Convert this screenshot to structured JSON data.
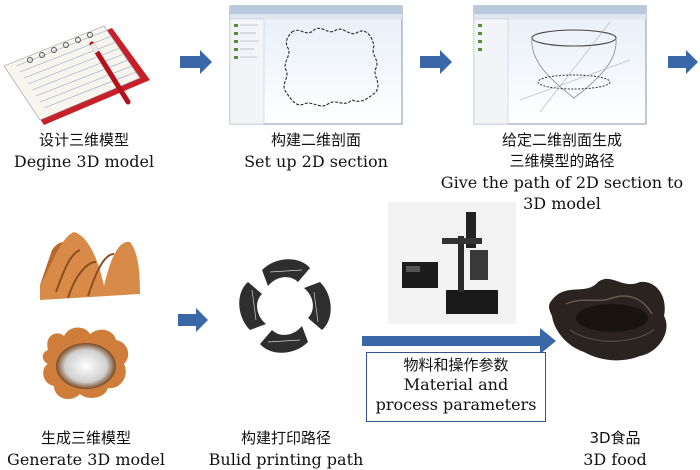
{
  "steps": {
    "s1": {
      "zh": "设计三维模型",
      "en": "Degine 3D model"
    },
    "s2": {
      "zh": "构建二维剖面",
      "en": "Set up 2D section"
    },
    "s3": {
      "zh1": "给定二维剖面生成",
      "zh2": "三维模型的路径",
      "en1": "Give the path of 2D section to",
      "en2": "3D model"
    },
    "s4": {
      "zh": "生成三维模型",
      "en": "Generate 3D model"
    },
    "s5": {
      "zh": "构建打印路径",
      "en": "Bulid printing path"
    },
    "s6": {
      "zh": "3D食品",
      "en": "3D food"
    }
  },
  "process_box": {
    "zh": "物料和操作参数",
    "en1": "Material and",
    "en2": "process parameters"
  },
  "colors": {
    "arrow": "#3a67a8",
    "box_border": "#2f5597",
    "food_brown": "#c77a3a",
    "dark_food": "#2b2320"
  }
}
